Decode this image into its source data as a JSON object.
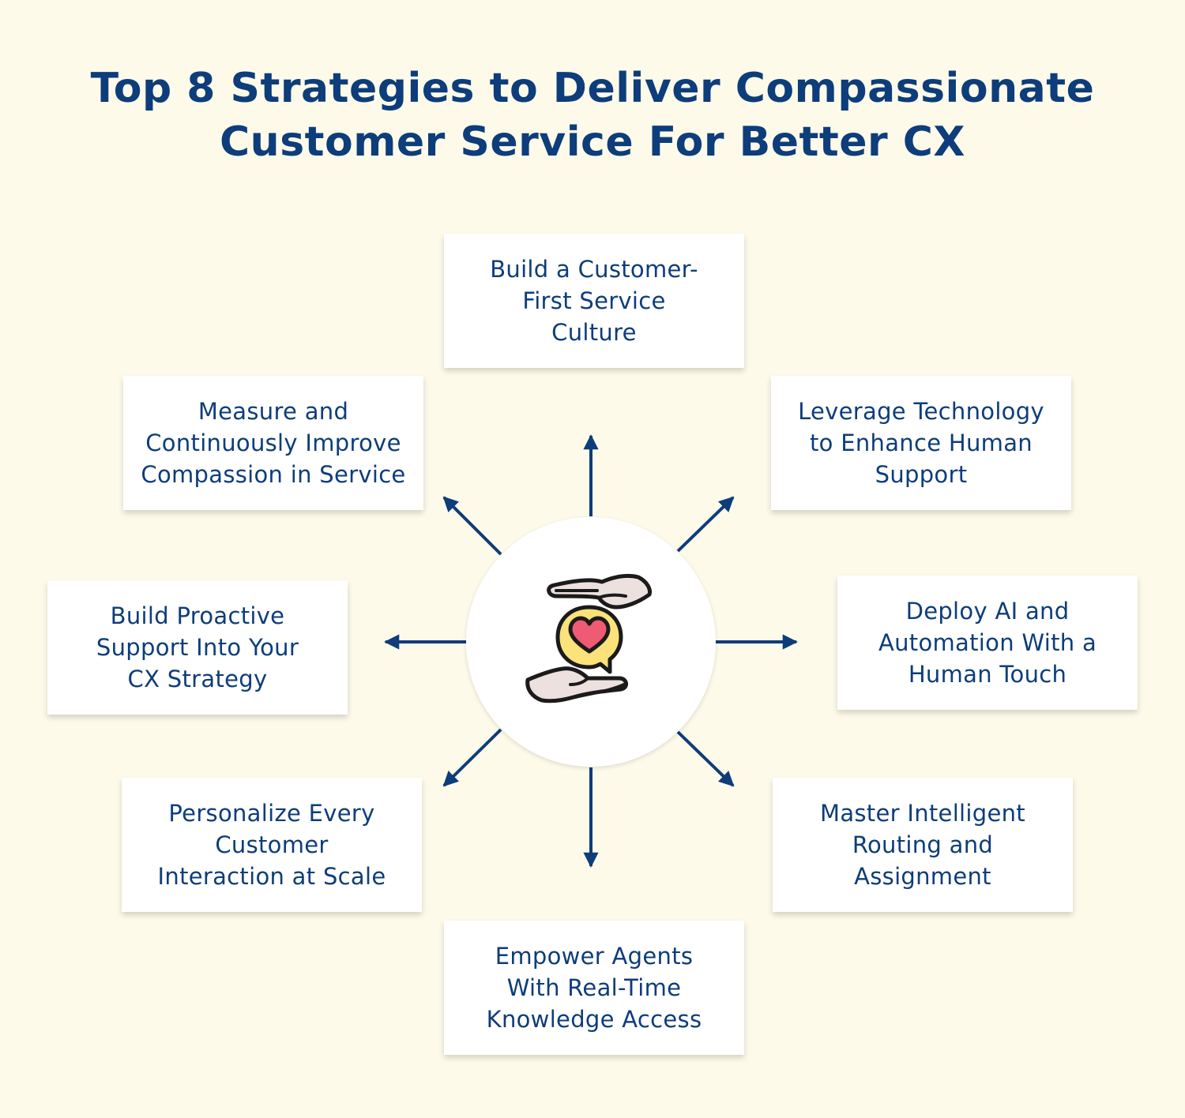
{
  "title": {
    "line1": "Top 8 Strategies to Deliver Compassionate",
    "line2": "Customer Service For Better CX"
  },
  "strategies": [
    {
      "position": "top",
      "lines": [
        "Build a Customer-",
        "First Service",
        "Culture"
      ]
    },
    {
      "position": "top-right",
      "lines": [
        "Leverage Technology",
        "to Enhance Human",
        "Support"
      ]
    },
    {
      "position": "right",
      "lines": [
        "Deploy AI and",
        "Automation With a",
        "Human Touch"
      ]
    },
    {
      "position": "bottom-right",
      "lines": [
        "Master Intelligent",
        "Routing and",
        "Assignment"
      ]
    },
    {
      "position": "bottom",
      "lines": [
        "Empower Agents",
        "With Real-Time",
        "Knowledge Access"
      ]
    },
    {
      "position": "bottom-left",
      "lines": [
        "Personalize Every",
        "Customer",
        "Interaction at Scale"
      ]
    },
    {
      "position": "left",
      "lines": [
        "Build Proactive",
        "Support Into Your",
        "CX Strategy"
      ]
    },
    {
      "position": "top-left",
      "lines": [
        "Measure and",
        "Continuously Improve",
        "Compassion in Service"
      ]
    }
  ],
  "center_icon": "hands-holding-heart-speech-bubble-icon",
  "colors": {
    "background": "#fdfaea",
    "navy": "#0d3d7a",
    "card": "#ffffff",
    "heart": "#ef5b73",
    "bubble": "#fbe27a",
    "hand": "#ece1de"
  }
}
